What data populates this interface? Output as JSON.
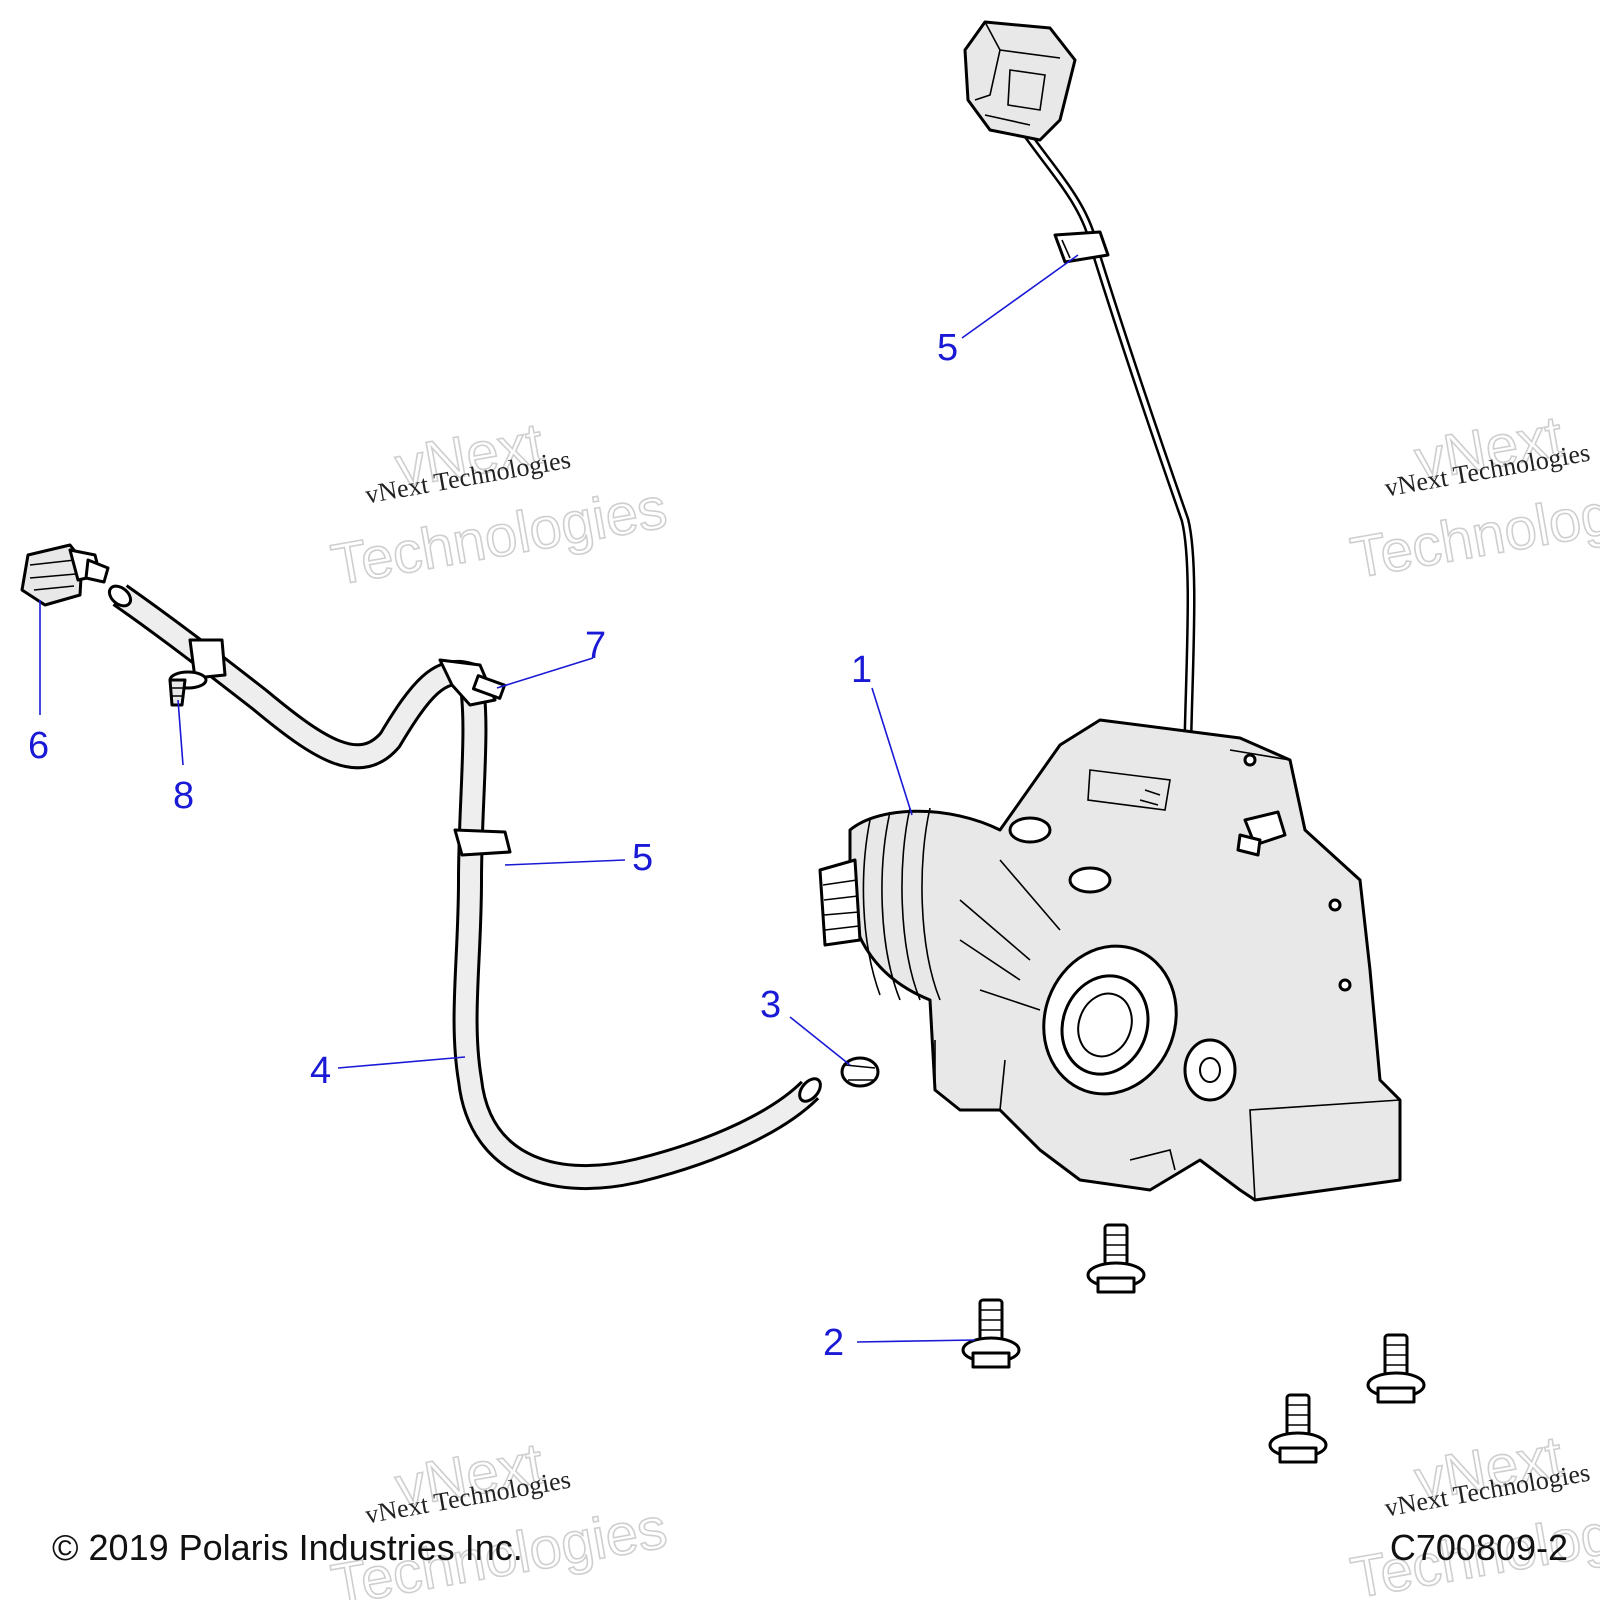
{
  "callouts": {
    "c1": "1",
    "c2": "2",
    "c3": "3",
    "c4": "4",
    "c5a": "5",
    "c5b": "5",
    "c6": "6",
    "c7": "7",
    "c8": "8"
  },
  "watermarks": {
    "big_line1": "vNext",
    "big_line2": "Technologies",
    "small": "vNext Technologies"
  },
  "footer": {
    "copyright": "© 2019 Polaris Industries Inc.",
    "code": "C700809-2"
  },
  "colors": {
    "callout": "#1a1ad6"
  }
}
